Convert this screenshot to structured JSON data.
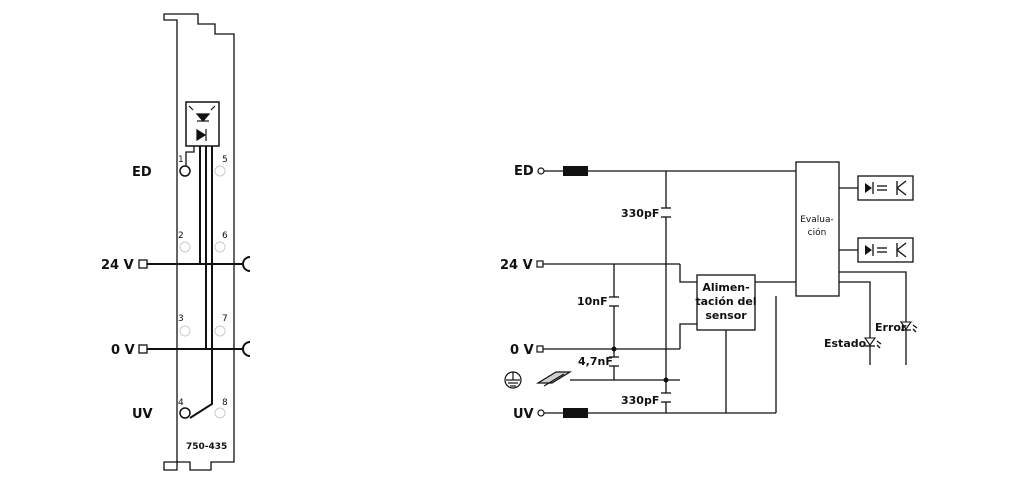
{
  "module": {
    "part_number": "750-435",
    "left_labels": {
      "ed": "ED",
      "v24": "24 V",
      "v0": "0 V",
      "uv": "UV"
    },
    "terminals": [
      "1",
      "2",
      "3",
      "4",
      "5",
      "6",
      "7",
      "8"
    ]
  },
  "schematic": {
    "inputs": {
      "ed": "ED",
      "v24": "24 V",
      "v0": "0 V",
      "uv": "UV"
    },
    "capacitors": {
      "c_top": "330pF",
      "c_10n": "10nF",
      "c_4n7": "4,7nF",
      "c_bottom": "330pF"
    },
    "blocks": {
      "supply_line1": "Alimen-",
      "supply_line2": "tación del",
      "supply_line3": "sensor",
      "eval_line1": "Evalua-",
      "eval_line2": "ción"
    },
    "leds": {
      "status": "Estado",
      "error": "Error"
    }
  },
  "colors": {
    "line": "#111111",
    "module_fill": "#f4f4f4",
    "contact_outline": "#cccccc"
  }
}
